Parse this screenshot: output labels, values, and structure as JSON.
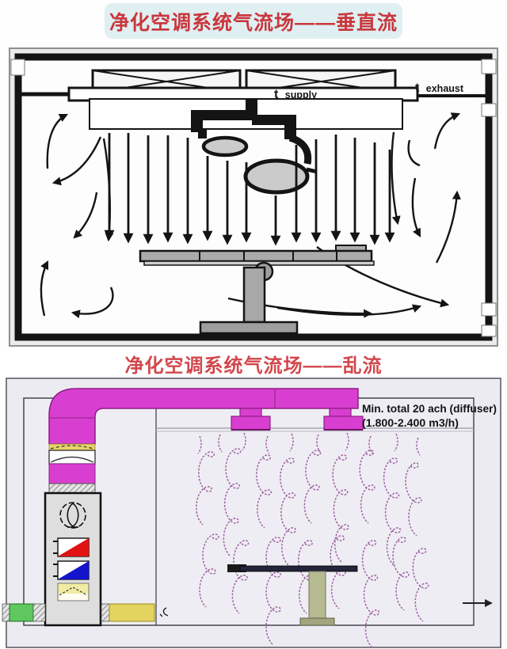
{
  "titles": {
    "top": "净化空调系统气流场——垂直流",
    "bottom": "净化空调系统气流场——乱流",
    "title_color": "#c9373d",
    "top_title_bg": "#e0eff1"
  },
  "top_diagram": {
    "supply_t": "t",
    "supply_label": "supply",
    "exhaust_t": "t",
    "exhaust_label": "exhaust",
    "wall_color": "#141414",
    "light_fill": "#cbcbcb",
    "table_fill": "#ababab"
  },
  "bottom_diagram": {
    "note_line1": "Min. total 20 ach (diffuser)",
    "note_line2": "(1.800-2.400 m3/h)",
    "colors": {
      "duct": "#d83fd0",
      "fresh_air_duct": "#5ec75e",
      "return_air_duct": "#e2d45e",
      "heating_coil": "#e01212",
      "cooling_coil": "#1414cc",
      "filter": "#f0eca2",
      "swirl": "#9c63a0",
      "room_bg": "#edebf2",
      "ahu_body": "#dedede"
    }
  }
}
